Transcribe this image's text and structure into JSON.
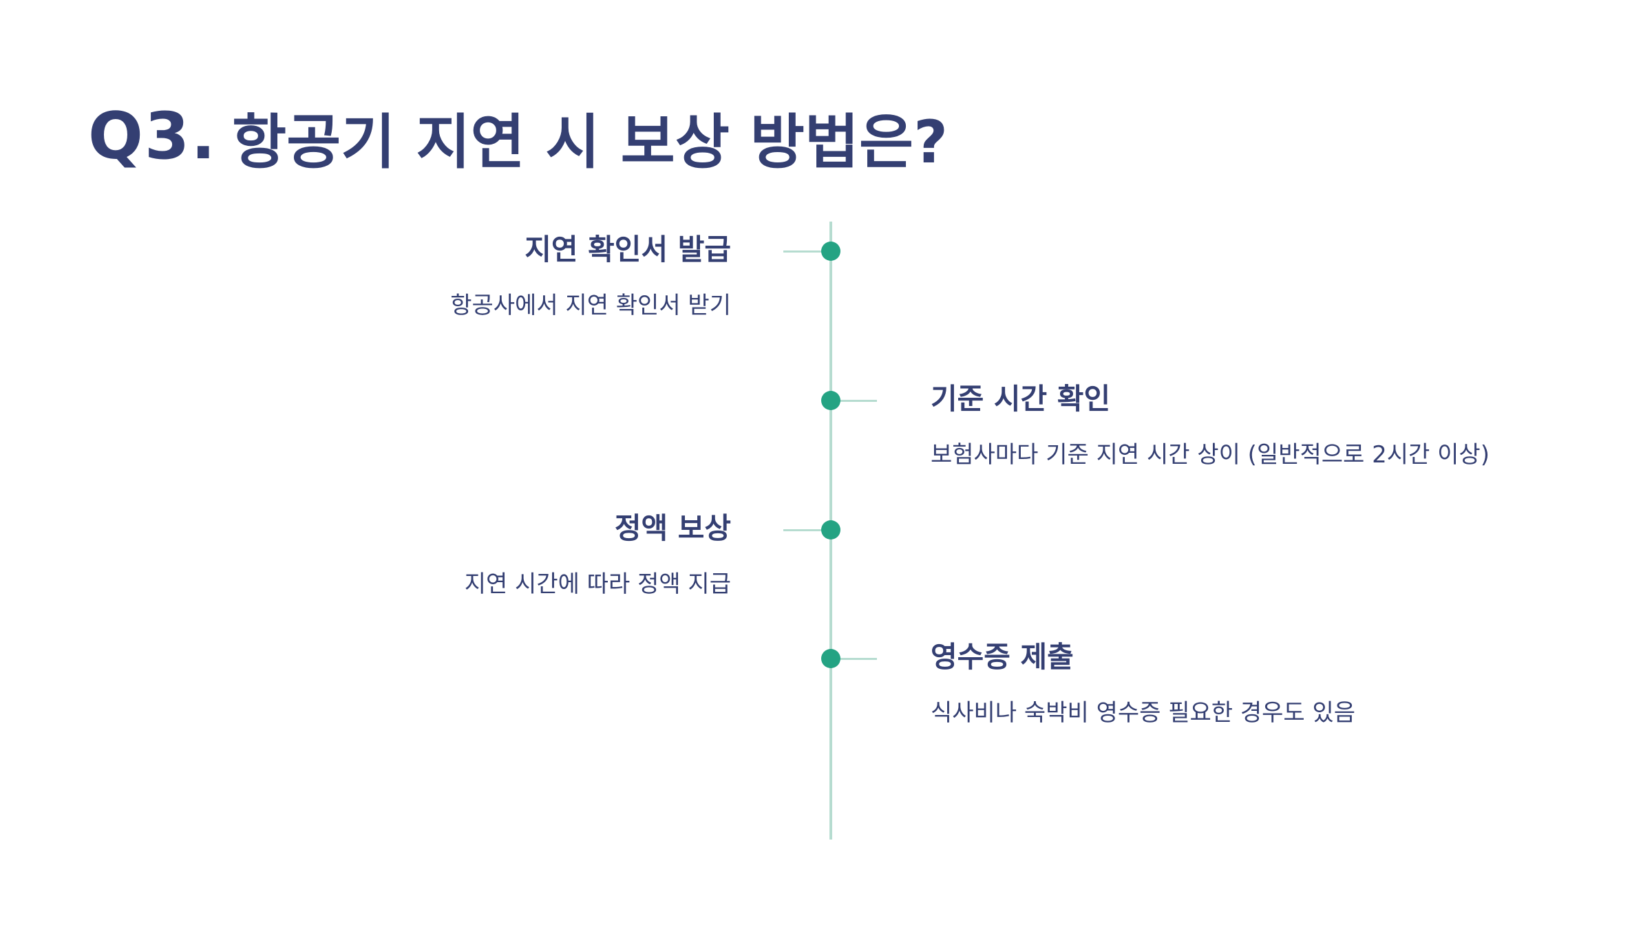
{
  "title": {
    "prefix": "Q3.",
    "text": "항공기 지연 시 보상 방법은?"
  },
  "colors": {
    "text": "#343f72",
    "accent": "#24a383",
    "line": "#b6dcd0"
  },
  "steps": [
    {
      "title": "지연 확인서 발급",
      "description": "항공사에서 지연 확인서 받기",
      "side": "left"
    },
    {
      "title": "기준 시간 확인",
      "description": "보험사마다 기준 지연 시간 상이 (일반적으로 2시간 이상)",
      "side": "right"
    },
    {
      "title": "정액 보상",
      "description": "지연 시간에 따라 정액 지급",
      "side": "left"
    },
    {
      "title": "영수증 제출",
      "description": "식사비나 숙박비 영수증 필요한 경우도 있음",
      "side": "right"
    }
  ]
}
